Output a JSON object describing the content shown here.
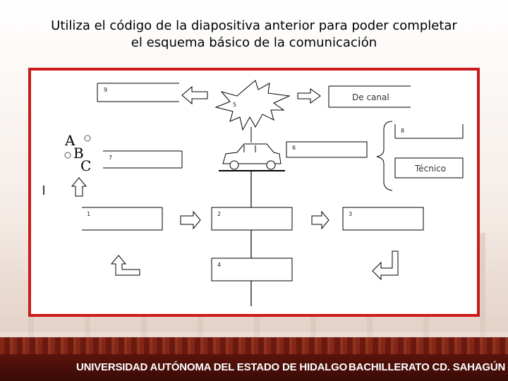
{
  "slide": {
    "title_line1": "Utiliza el código de la diapositiva anterior para poder completar",
    "title_line2": "el esquema básico de la comunicación"
  },
  "diagram": {
    "box_9_tag": "9",
    "burst_5_tag": "5",
    "box_canal_label": "De canal",
    "box_8_tag": "8",
    "box_6_tag": "6",
    "box_7_tag": "7",
    "box_tecnico_label": "Técnico",
    "box_1_tag": "1",
    "box_2_tag": "2",
    "box_3_tag": "3",
    "box_4_tag": "4",
    "abc_letters": [
      "A",
      "B",
      "C"
    ]
  },
  "footer": {
    "university": "UNIVERSIDAD AUTÓNOMA DEL ESTADO DE HIDALGO",
    "campus": "BACHILLERATO CD. SAHAGÚN"
  },
  "colors": {
    "frame_border": "#cc1a1a",
    "footer_bg": "#5c140c"
  }
}
